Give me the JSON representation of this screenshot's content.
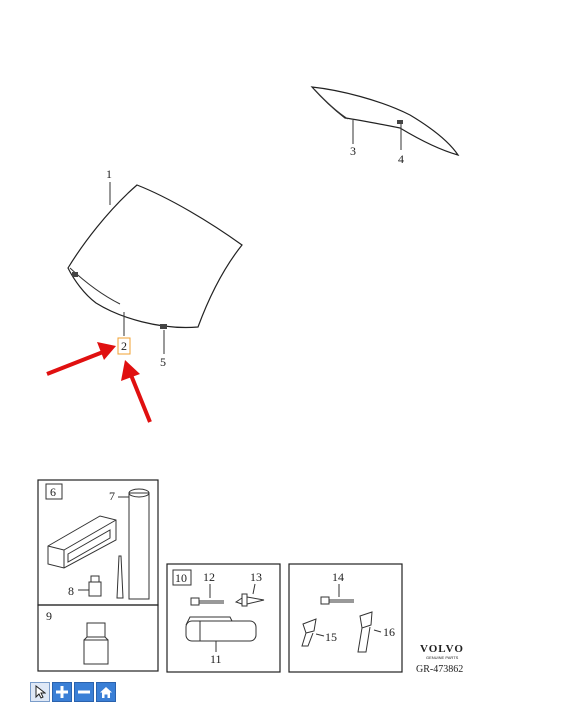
{
  "diagram": {
    "labels": {
      "l1": "1",
      "l2": "2",
      "l3": "3",
      "l4": "4",
      "l5": "5",
      "l6": "6",
      "l7": "7",
      "l8": "8",
      "l9": "9",
      "l10": "10",
      "l11": "11",
      "l12": "12",
      "l13": "13",
      "l14": "14",
      "l15": "15",
      "l16": "16"
    },
    "logo": {
      "brand": "VOLVO",
      "tagline": "GENUINE PARTS"
    },
    "reference": "GR-473862",
    "highlight_color": "#f0a030",
    "arrow_color": "#e01010"
  },
  "toolbar": {
    "buttons": [
      {
        "name": "pointer-button",
        "icon": "pointer-icon"
      },
      {
        "name": "zoom-in-button",
        "icon": "plus-icon"
      },
      {
        "name": "zoom-out-button",
        "icon": "minus-icon"
      },
      {
        "name": "home-button",
        "icon": "home-icon"
      }
    ]
  }
}
